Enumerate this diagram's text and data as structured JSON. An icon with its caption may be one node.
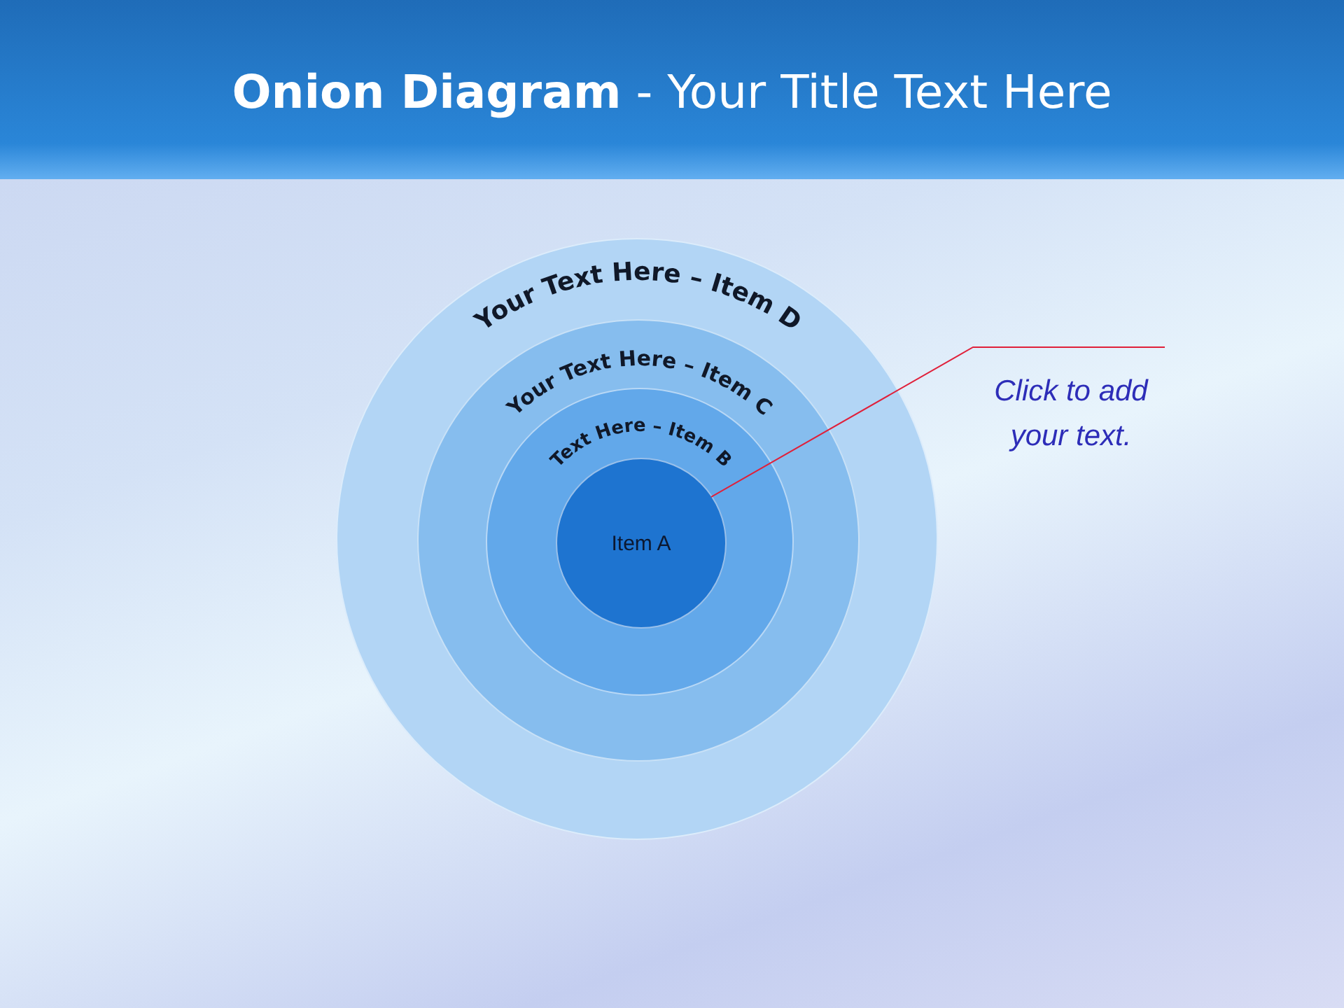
{
  "diagram": {
    "title": "**Onion Diagram** - Your Title Text Here",
    "nodes": [
      {
        "text": [
          "Your Text Here – Item D"
        ]
      },
      {
        "text": [
          "Your Text Here – Item C"
        ],
        "in": 0
      },
      {
        "text": [
          "Text Here – Item B"
        ],
        "in": 1
      },
      {
        "text": [
          "Item A"
        ],
        "in": 2
      },
      {
        "text": [
          "Click to add your text."
        ]
      }
    ],
    "edges": [
      {
        "from": 4,
        "to": 3,
        "arrow": "none"
      }
    ]
  }
}
